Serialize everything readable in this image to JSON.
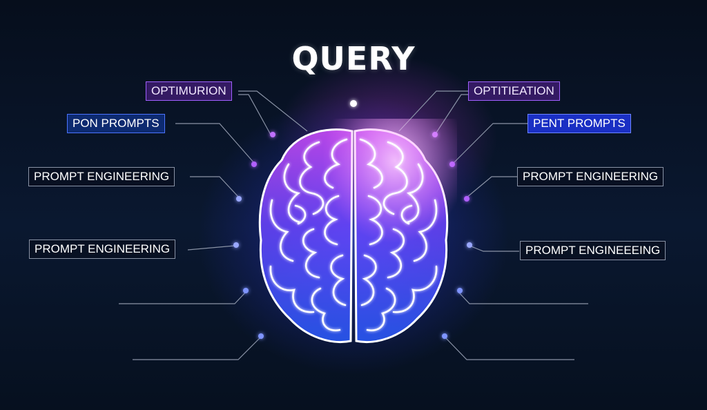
{
  "title": "QUERY",
  "labels": {
    "top_left": "OPTIMURION",
    "top_right": "OPTITIEATION",
    "prompts_left": "PON PROMPTS",
    "prompts_right": "PENT PROMPTS",
    "engineering_left_1": "PROMPT ENGINEERING",
    "engineering_right_1": "PROMPT ENGINEERING",
    "engineering_left_2": "PROMPT ENGINEERING",
    "engineering_right_2": "PROMPT ENGINEEEING"
  },
  "colors": {
    "background": "#06101f",
    "brain_outline": "#ffffff",
    "brain_top": "#d04dff",
    "brain_bottom": "#2a5cff",
    "accent_purple": "#a060ff",
    "accent_blue": "#4c74ff",
    "connector": "#8a93a6"
  }
}
